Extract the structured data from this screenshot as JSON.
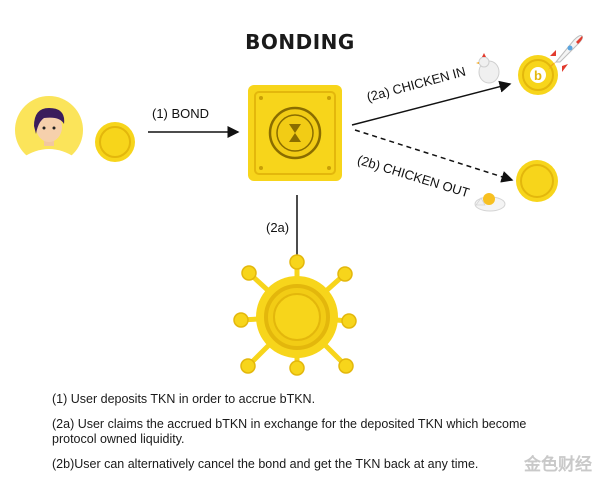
{
  "title": "BONDING",
  "labels": {
    "bond": "(1) BOND",
    "chicken_in": "(2a) CHICKEN IN",
    "chicken_out": "(2b) CHICKEN OUT",
    "to_pool": "(2a)",
    "btoken_letter": "b"
  },
  "notes": [
    "(1) User deposits TKN in order to accrue bTKN.",
    "(2a) User claims the accrued bTKN in exchange for the deposited TKN which become protocol owned liquidity.",
    "(2b)User can alternatively cancel the bond and get the TKN back at any time."
  ],
  "watermark": "金色财经",
  "colors": {
    "gold": "#f7d51b",
    "gold_dark": "#e3b70c",
    "avatar_bg": "#fbe45a",
    "rocket_red": "#e23b2e"
  }
}
